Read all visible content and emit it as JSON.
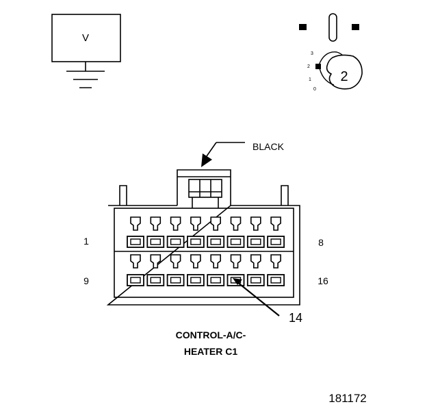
{
  "meter": {
    "label": "V"
  },
  "selector": {
    "position_labels": [
      "3",
      "2",
      "1",
      "0"
    ],
    "knob_label": "2"
  },
  "connector": {
    "color_label": "BLACK",
    "pin_start_row1": "1",
    "pin_end_row1": "8",
    "pin_start_row2": "9",
    "pin_end_row2": "16",
    "callout_pin": "14",
    "name_line1": "CONTROL-A/C-",
    "name_line2": "HEATER C1",
    "cavities_per_row": 8
  },
  "figure_id": "181172",
  "colors": {
    "ink": "#000000",
    "paper": "#ffffff"
  }
}
